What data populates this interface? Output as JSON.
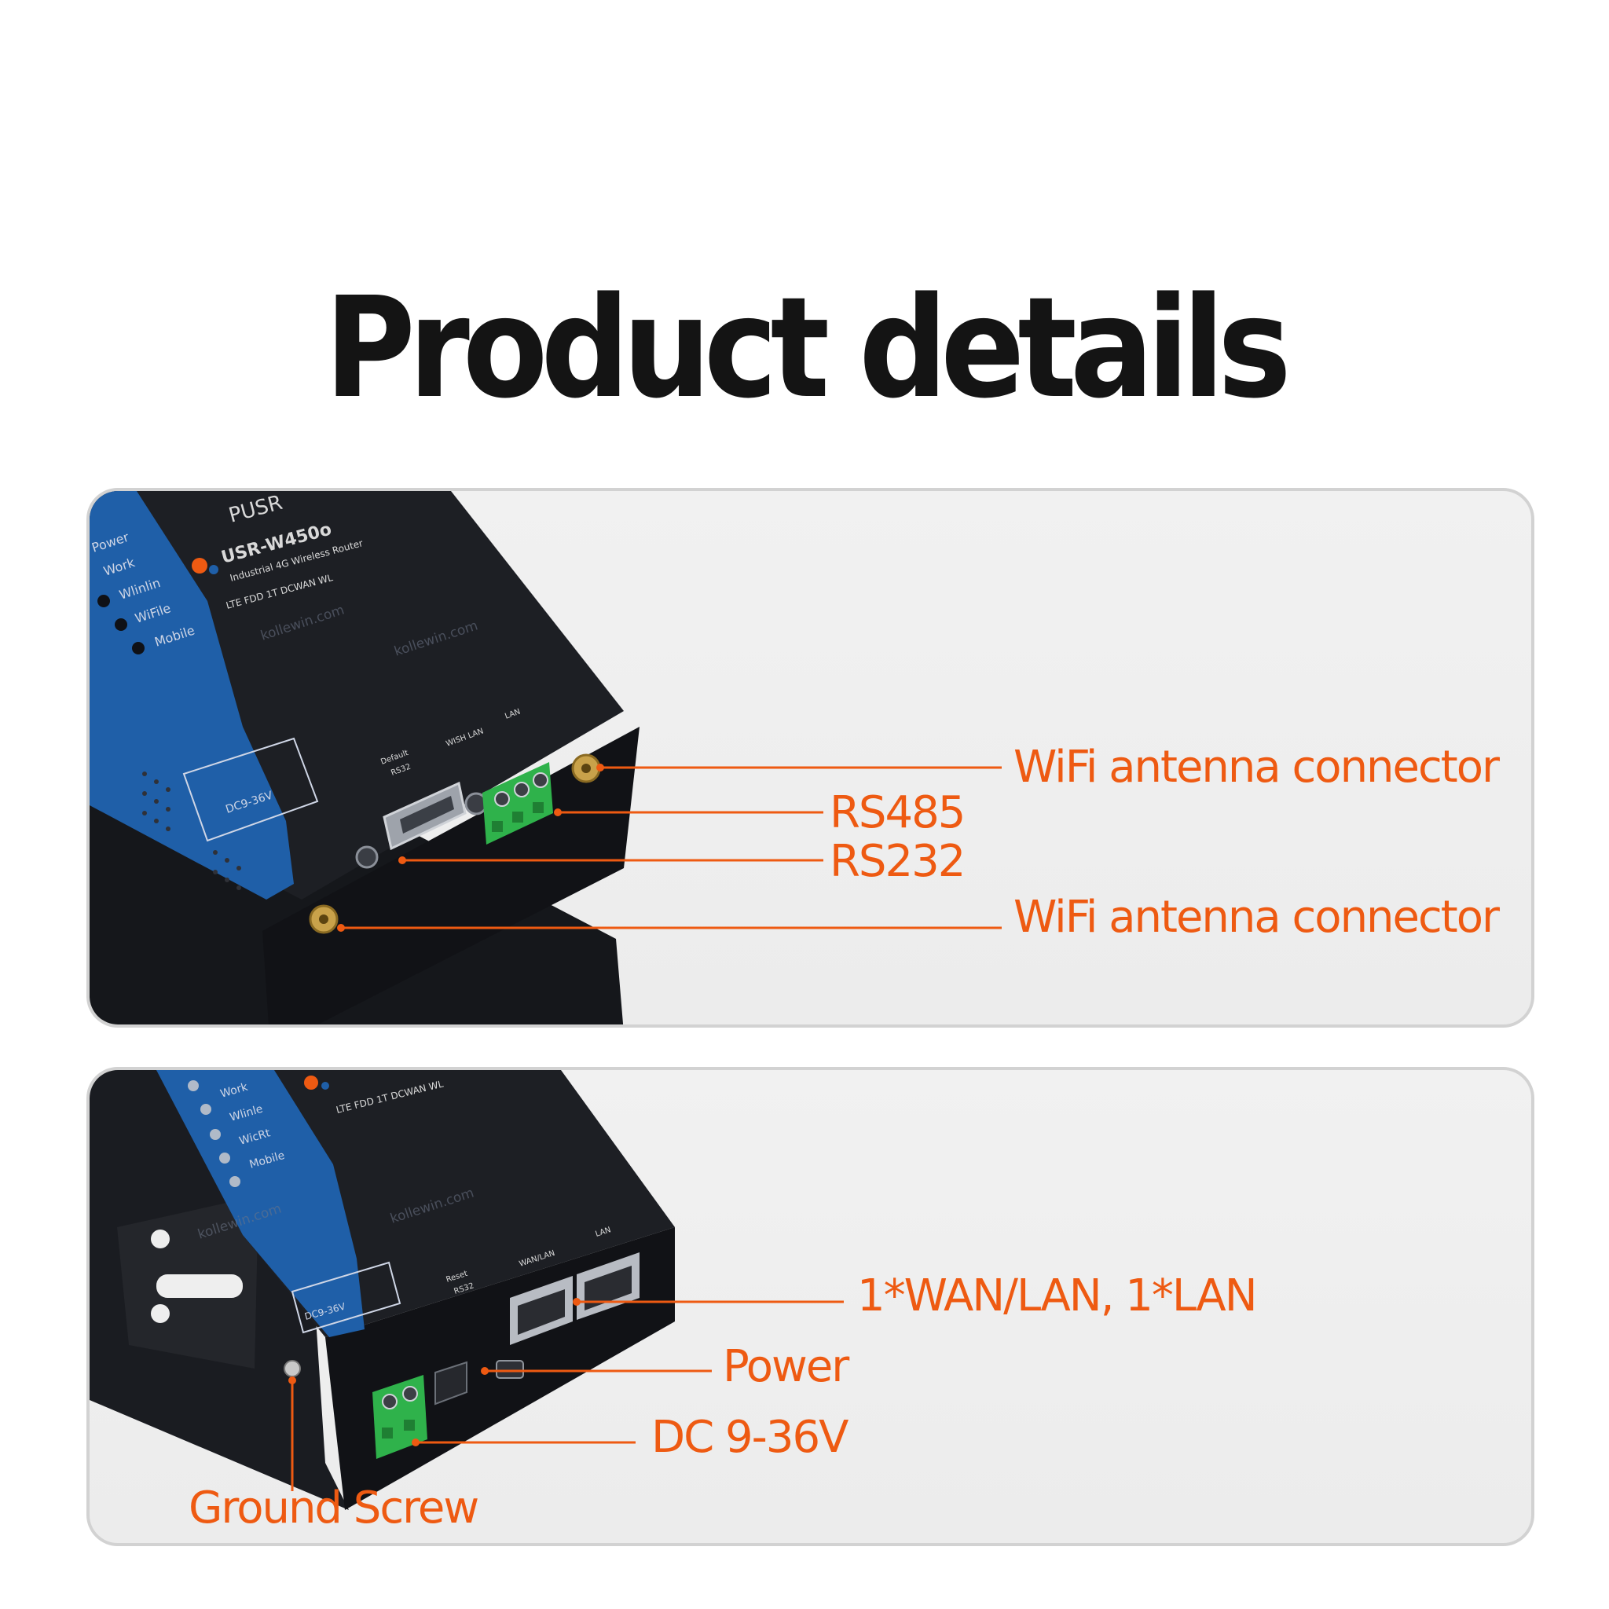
{
  "page": {
    "title": "Product details"
  },
  "device": {
    "brand": "PUSR",
    "model": "USR-W450o",
    "subtitle": "Industrial 4G Wireless Router",
    "model_code": "LTE FDD 1T DCWAN WL",
    "watermark": "kollewin.com",
    "leds": [
      "Power",
      "Work",
      "Wlinlin",
      "WiFile",
      "Mobile"
    ],
    "leds_bottom": [
      "Work",
      "Wlinle",
      "WicRt",
      "Mobile"
    ],
    "port_labels": [
      "Default",
      "RS32",
      "WISH LAN",
      "LAN"
    ],
    "port_labels_bottom": [
      "Reset",
      "RS32",
      "WAN/LAN",
      "LAN"
    ]
  },
  "panel_top": {
    "callouts": [
      {
        "label": "WiFi antenna connector"
      },
      {
        "label": "RS485"
      },
      {
        "label": "RS232"
      },
      {
        "label": "WiFi antenna connector"
      }
    ]
  },
  "panel_bottom": {
    "callouts": [
      {
        "label": "1*WAN/LAN, 1*LAN"
      },
      {
        "label": "Power"
      },
      {
        "label": "DC 9-36V"
      },
      {
        "label": "Ground Screw"
      }
    ]
  },
  "colors": {
    "accent": "#ee5a12",
    "device_blue": "#1f5fa8",
    "device_body": "#1b1d22",
    "terminal_green": "#2fb24b"
  }
}
